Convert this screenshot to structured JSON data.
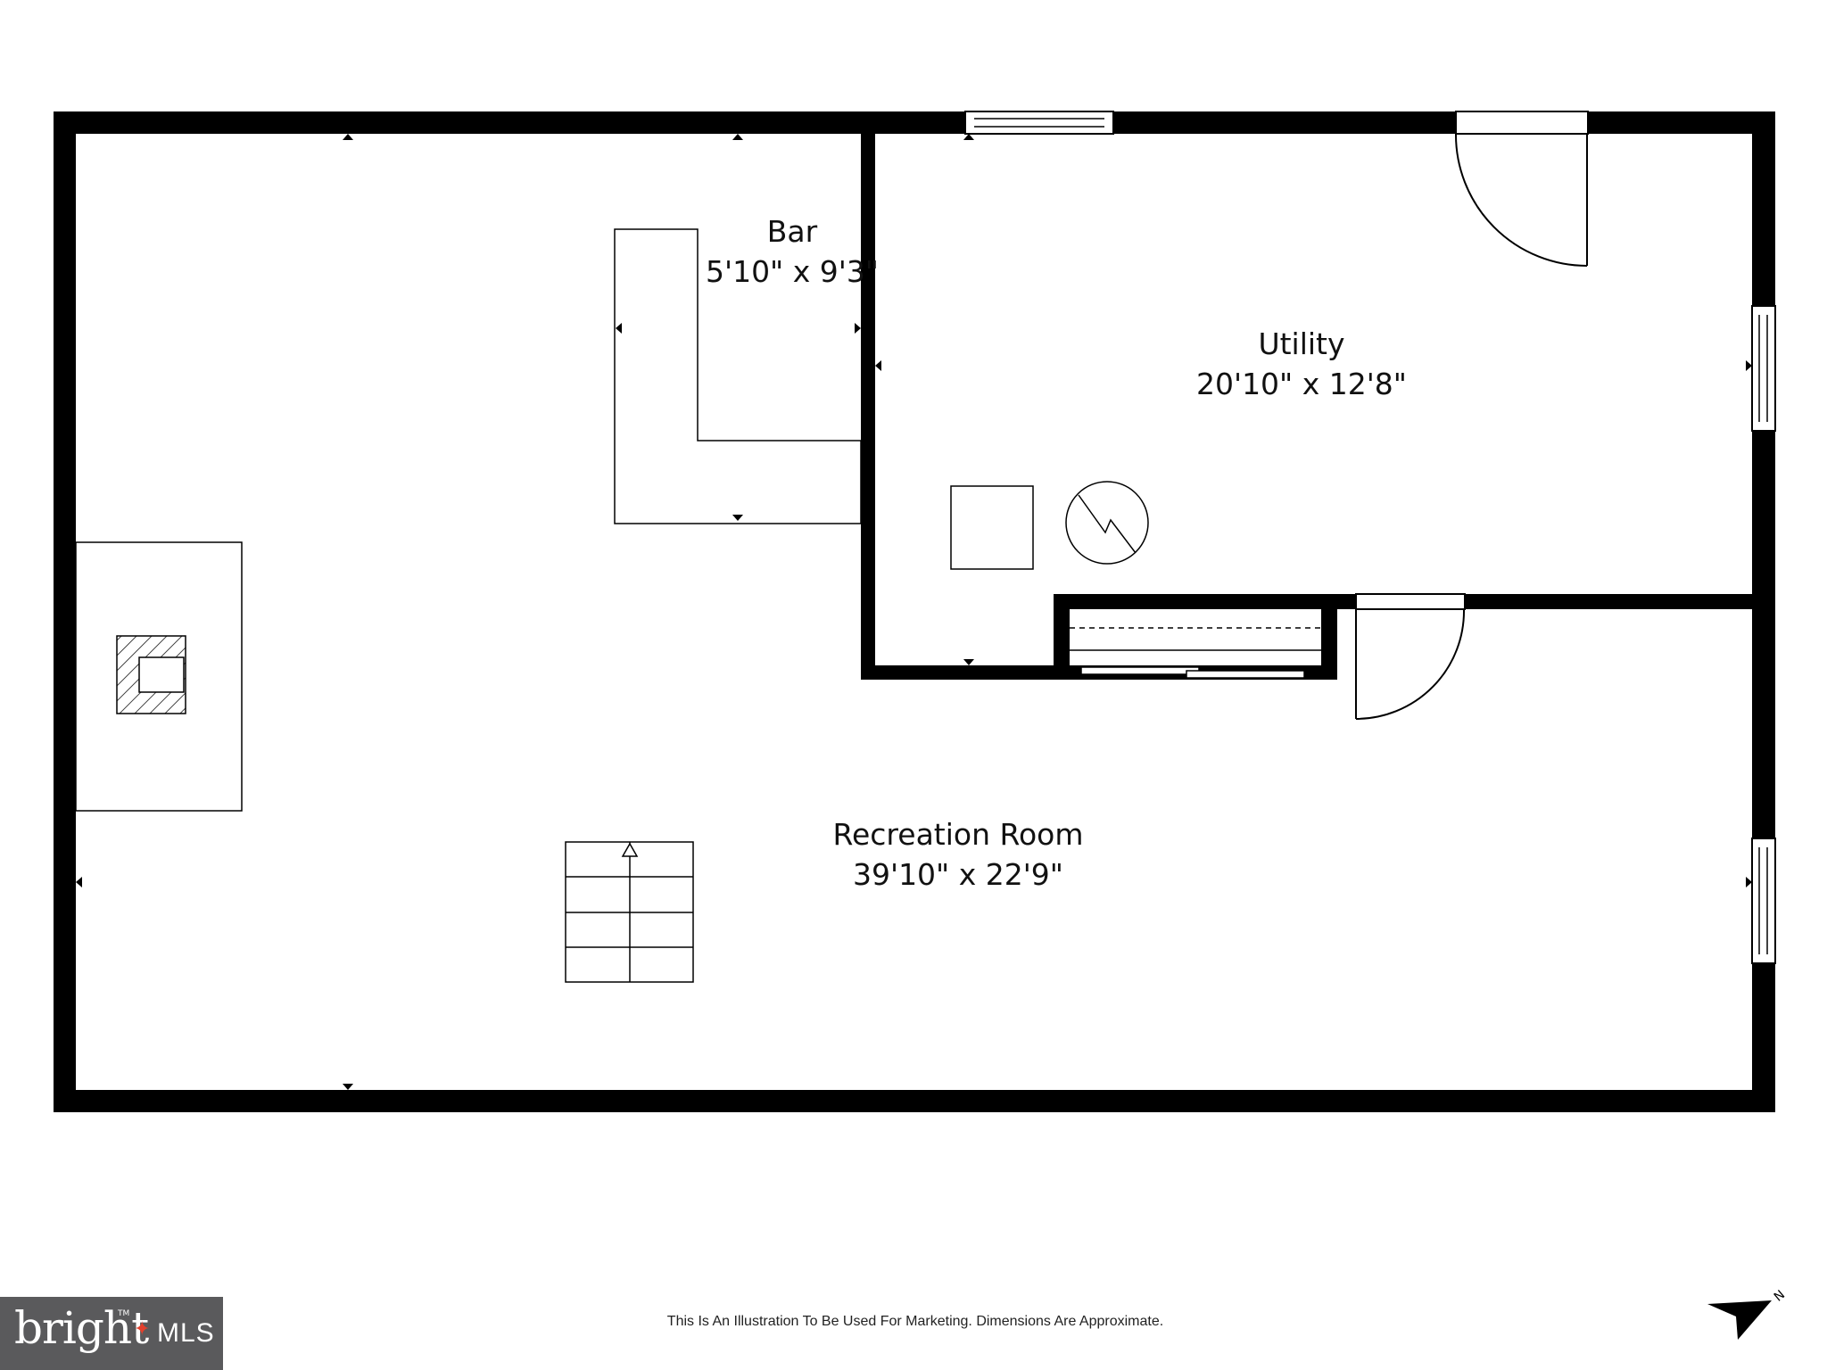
{
  "rooms": {
    "bar": {
      "name": "Bar",
      "dimensions": "5'10\" x 9'3\""
    },
    "utility": {
      "name": "Utility",
      "dimensions": "20'10\" x 12'8\""
    },
    "recreation": {
      "name": "Recreation Room",
      "dimensions": "39'10\" x 22'9\""
    }
  },
  "footer": {
    "disclaimer": "This Is An Illustration To Be Used For Marketing. Dimensions Are Approximate."
  },
  "branding": {
    "logo_word": "bright",
    "logo_suffix": "MLS",
    "logo_tm": "TM"
  },
  "compass": {
    "label": "N"
  },
  "colors": {
    "wall": "#000000",
    "background": "#ffffff",
    "logo_bg": "#5a5a5c",
    "logo_accent": "#e2402d"
  },
  "icons": [
    "water-heater-icon",
    "fireplace-icon",
    "staircase-icon",
    "north-arrow-icon"
  ]
}
